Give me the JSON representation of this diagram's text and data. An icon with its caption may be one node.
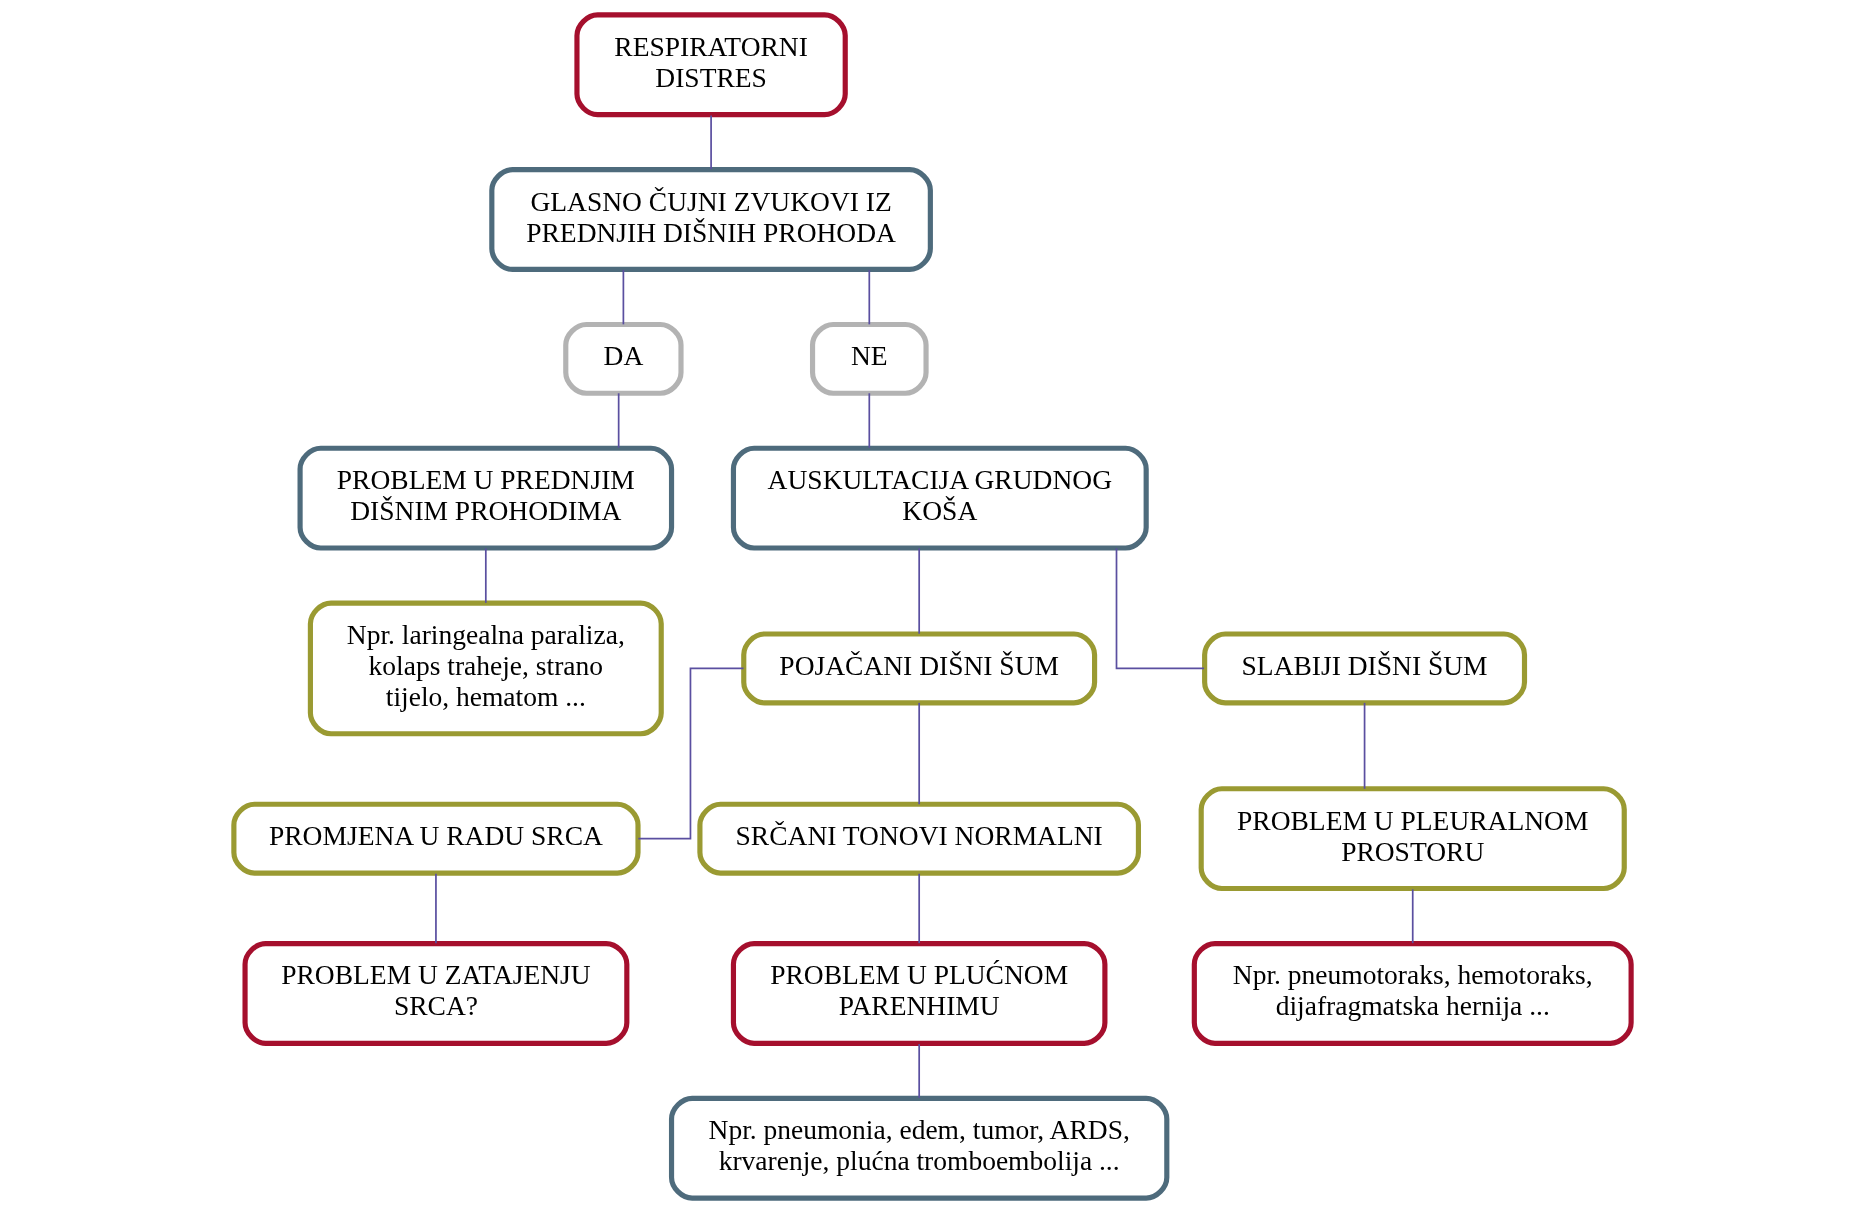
{
  "diagram": {
    "nodes": [
      {
        "text": [
          "RESPIRATORNI DISTRES"
        ]
      },
      {
        "text": [
          "GLASNO ČUJNI ZVUKOVI IZ PREDNJIH DIŠNIH PROHODA"
        ]
      },
      {
        "text": [
          "DA"
        ]
      },
      {
        "text": [
          "PROBLEM U PREDNJIM DIŠNIM PROHODIMA"
        ]
      },
      {
        "text": [
          "Npr. laringealna paraliza, kolaps traheje, strano tijelo, hematom ..."
        ]
      },
      {
        "text": [
          "NE"
        ]
      },
      {
        "text": [
          "AUSKULTACIJA GRUDNOG KOŠA"
        ]
      },
      {
        "text": [
          "POJAČANI DIŠNI ŠUM"
        ]
      },
      {
        "text": [
          "SLABIJI DIŠNI ŠUM"
        ]
      },
      {
        "text": [
          "PROMJENA U RADU SRCA"
        ]
      },
      {
        "text": [
          "SRČANI TONOVI NORMALNI"
        ]
      },
      {
        "text": [
          "PROBLEM U PLEURALNOM PROSTORU"
        ]
      },
      {
        "text": [
          "PROBLEM U ZATAJENJU SRCA?"
        ]
      },
      {
        "text": [
          "PROBLEM U PLUĆNOM PARENHIMU"
        ]
      },
      {
        "text": [
          "Npr. pneumotoraks, hemotoraks, dijafragmatska hernija ..."
        ]
      },
      {
        "text": [
          "Npr. pneumonia, edem, tumor, ARDS, krvarenje, plućna tromboembolija ..."
        ]
      }
    ],
    "edges": [
      {
        "from": 0,
        "to": 1,
        "arrow": "none"
      },
      {
        "from": 1,
        "to": 2,
        "arrow": "none"
      },
      {
        "from": 2,
        "to": 3,
        "arrow": "none"
      },
      {
        "from": 3,
        "to": 4,
        "arrow": "none"
      },
      {
        "from": 1,
        "to": 5,
        "arrow": "none"
      },
      {
        "from": 5,
        "to": 6,
        "arrow": "none"
      },
      {
        "from": 6,
        "to": 7,
        "arrow": "none"
      },
      {
        "from": 6,
        "to": 8,
        "arrow": "none"
      },
      {
        "from": 7,
        "to": 9,
        "arrow": "none"
      },
      {
        "from": 7,
        "to": 10,
        "arrow": "none"
      },
      {
        "from": 9,
        "to": 12,
        "arrow": "none"
      },
      {
        "from": 10,
        "to": 13,
        "arrow": "none"
      },
      {
        "from": 13,
        "to": 15,
        "arrow": "none"
      },
      {
        "from": 8,
        "to": 11,
        "arrow": "none"
      },
      {
        "from": 11,
        "to": 14,
        "arrow": "none"
      }
    ]
  }
}
